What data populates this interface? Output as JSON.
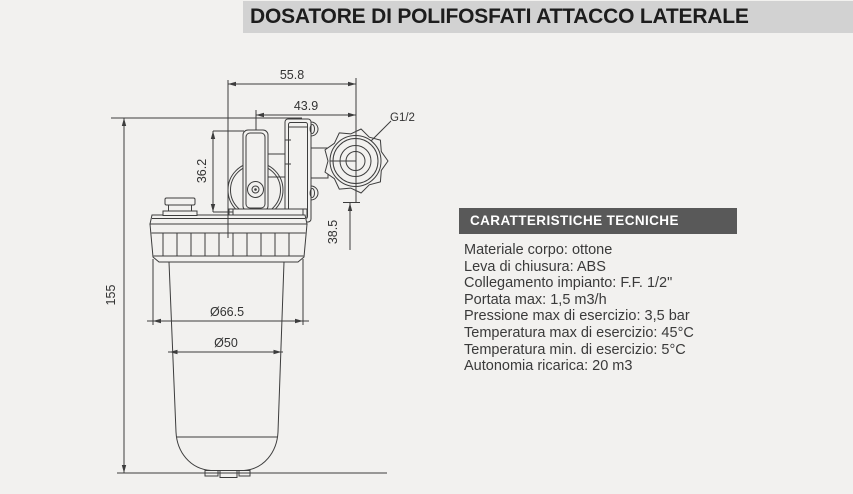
{
  "title_bar": {
    "text": "DOSATORE DI POLIFOSFATI ATTACCO LATERALE",
    "background": "#d2d2d2"
  },
  "specs": {
    "header": "CARATTERISTICHE TECNICHE",
    "header_background": "#595959",
    "items": [
      "Materiale corpo: ottone",
      "Leva di chiusura: ABS",
      "Collegamento impianto: F.F. 1/2\"",
      "Portata max: 1,5 m3/h",
      "Pressione max di esercizio: 3,5 bar",
      "Temperatura max di esercizio: 45°C",
      "Temperatura min. di esercizio: 5°C",
      "Autonomia ricarica: 20 m3"
    ]
  },
  "drawing": {
    "line_color": "#3d3d3d",
    "dimensions": {
      "total_width": "55.8",
      "valve_width": "43.9",
      "lever_height": "36.2",
      "connection_height": "38.5",
      "total_height": "155",
      "cap_diameter": "Ø66.5",
      "bowl_diameter": "Ø50",
      "thread_label": "G1/2"
    }
  }
}
